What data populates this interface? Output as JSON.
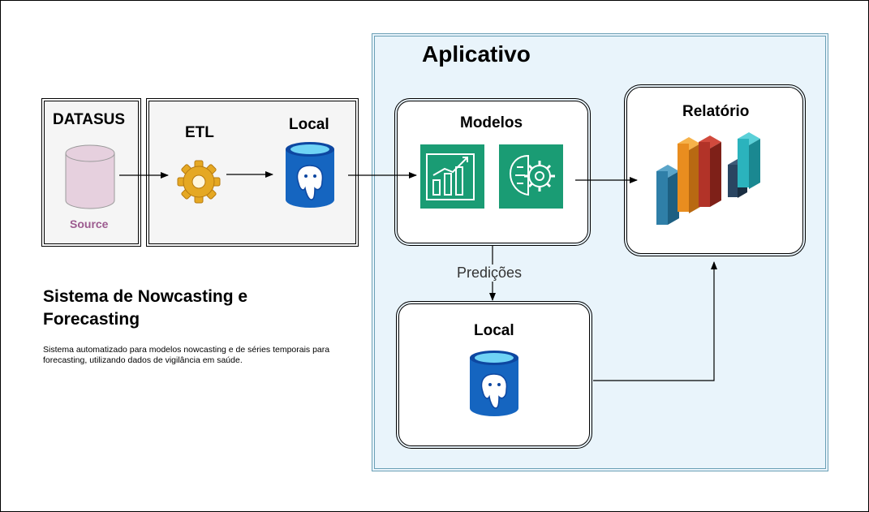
{
  "app": {
    "title": "Aplicativo"
  },
  "datasus": {
    "title": "DATASUS",
    "source_label": "Source"
  },
  "etl": {
    "title": "ETL"
  },
  "local_top": {
    "title": "Local"
  },
  "modelos": {
    "title": "Modelos"
  },
  "relatorio": {
    "title": "Relatório"
  },
  "local_bottom": {
    "title": "Local"
  },
  "edge_label": "Predições",
  "description": {
    "heading": "Sistema de Nowcasting e Forecasting",
    "body": "Sistema automatizado para modelos nowcasting e de séries temporais para forecasting, utilizando dados de vigilância em saúde."
  },
  "colors": {
    "source_text": "#9c5b8f",
    "cylinder_fill": "#e6d0de",
    "app_bg": "#e9f4fb",
    "tile_green": "#1a9c74",
    "postgres_blue": "#1565c0"
  }
}
